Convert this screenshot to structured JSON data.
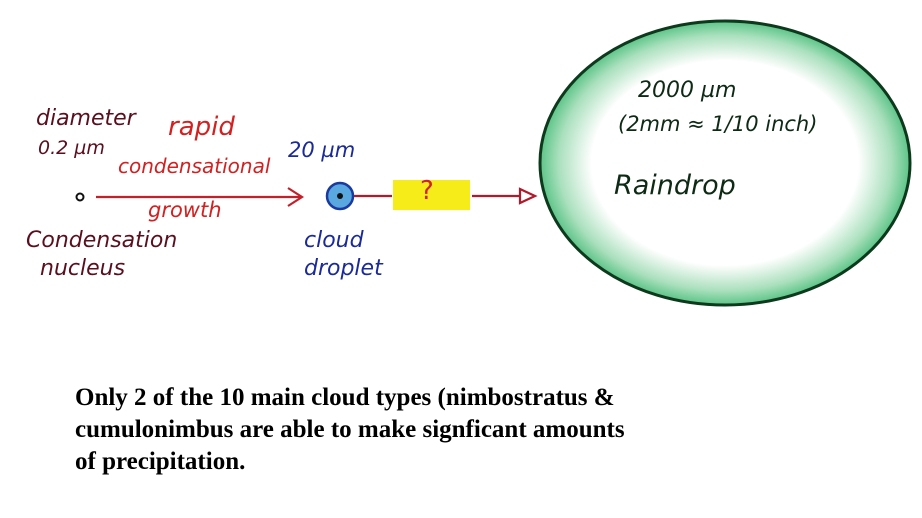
{
  "nucleus": {
    "diameter_label": "diameter",
    "size": "0.2 µm",
    "name_line1": "Condensation",
    "name_line2": "nucleus"
  },
  "process": {
    "line1": "rapid",
    "line2": "condensational",
    "line3": "growth"
  },
  "droplet": {
    "size": "20 µm",
    "name_line1": "cloud",
    "name_line2": "droplet"
  },
  "unknown_step": {
    "label": "?"
  },
  "raindrop": {
    "size": "2000 µm",
    "conversion": "(2mm ≈ 1/10 inch)",
    "name": "Raindrop"
  },
  "caption": {
    "lines": [
      "Only 2 of the 10 main cloud types (nimbostratus &",
      "cumulonimbus are able to make signficant amounts",
      "of precipitation."
    ]
  },
  "colors": {
    "maroon": "#5a0f1e",
    "red": "#d42020",
    "blue": "#1a2a9a",
    "green": "#3db86a",
    "yellow": "#f5ec1a"
  }
}
